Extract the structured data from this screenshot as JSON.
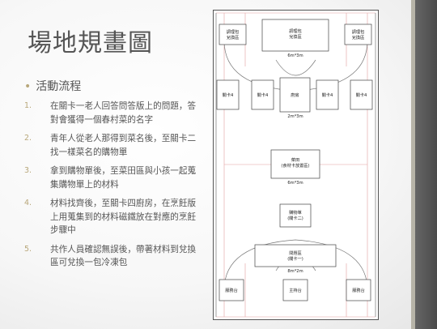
{
  "slide": {
    "title": "場地規畫圖",
    "subtitle": "活動流程",
    "bullet_char": "•"
  },
  "steps": [
    {
      "num": "1.",
      "text": "在關卡一老人回答問答版上的問題，答對會獲得一個春村菜的名字"
    },
    {
      "num": "2.",
      "text": "青年人從老人那得到菜名後，至關卡二找一樣菜名的購物單"
    },
    {
      "num": "3.",
      "text": "拿到購物單後，至菜田區與小孩一起蒐集購物單上的材料"
    },
    {
      "num": "4.",
      "text": "材料找齊後，至關卡四廚房，在烹飪版上用蒐集到的材料磁鐵放在對應的烹飪步驟中"
    },
    {
      "num": "5.",
      "text": "共作人員確認無誤後，帶著材料到兌換區可兌換一包冷凍包"
    }
  ],
  "plan": {
    "top_left": [
      "調理包",
      "兌換區"
    ],
    "top_center": [
      "調理包",
      "兌換區"
    ],
    "top_right": [
      "調理包",
      "兌換區"
    ],
    "dim_top": "6m*3m",
    "gate4": "關卡4",
    "kitchen": "廚房",
    "dim_kitchen": "2m*3m",
    "field": [
      "菜田",
      "(食材卡放置區)"
    ],
    "dim_field": "6m*3m",
    "shop": [
      "購物單",
      "(關卡二)"
    ],
    "quiz": [
      "問題區",
      "(關卡一)"
    ],
    "dim_quiz": "8m*2m",
    "service": "服務台",
    "host": "主持台"
  }
}
